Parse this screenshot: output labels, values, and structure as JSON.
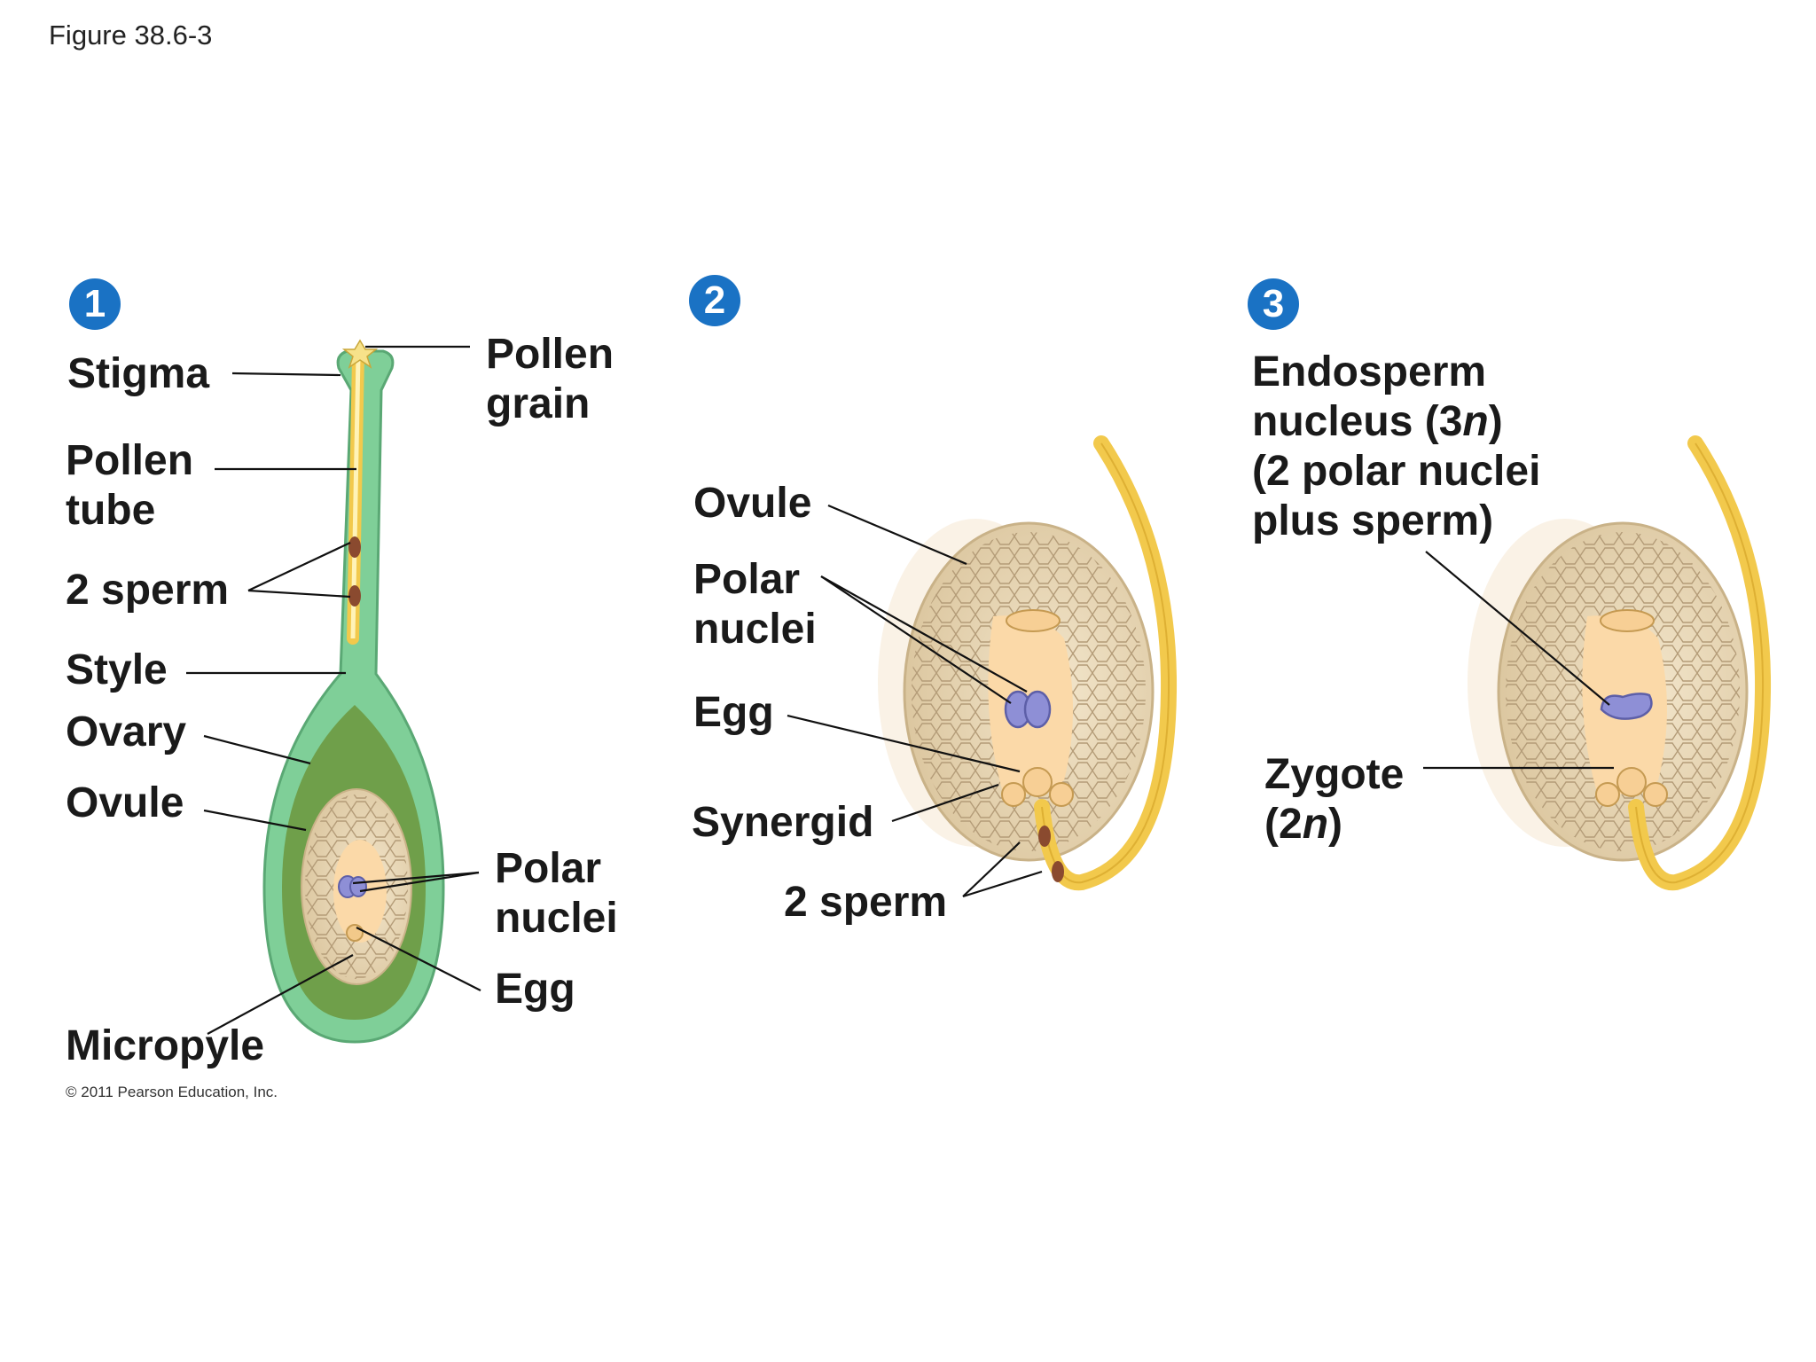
{
  "figure_label": "Figure 38.6-3",
  "copyright": "© 2011 Pearson Education, Inc.",
  "colors": {
    "step_badge": "#1a72c4",
    "carpel_green": "#7fcf98",
    "ovary_dark": "#6f9f4a",
    "pollen_tube": "#f2c94c",
    "ovule_tan": "#efe0c4",
    "embryo_sac": "#fbd9a8",
    "nucleus_purple": "#8e8fd6",
    "sperm_brown": "#8a4a2f"
  },
  "panels": [
    {
      "step": "1",
      "labels": {
        "stigma": "Stigma",
        "pollen_tube_1": "Pollen",
        "pollen_tube_2": "tube",
        "sperm": "2 sperm",
        "style": "Style",
        "ovary": "Ovary",
        "ovule": "Ovule",
        "micropyle": "Micropyle",
        "pollen_grain_1": "Pollen",
        "pollen_grain_2": "grain",
        "polar_1": "Polar",
        "polar_2": "nuclei",
        "egg": "Egg"
      }
    },
    {
      "step": "2",
      "labels": {
        "ovule": "Ovule",
        "polar_1": "Polar",
        "polar_2": "nuclei",
        "egg": "Egg",
        "synergid": "Synergid",
        "sperm": "2 sperm"
      }
    },
    {
      "step": "3",
      "labels": {
        "endosperm_1": "Endosperm",
        "endosperm_2a": "nucleus (3",
        "endosperm_2b": "n",
        "endosperm_2c": ")",
        "endosperm_3": "(2 polar nuclei",
        "endosperm_4": "plus sperm)",
        "zygote_1": "Zygote",
        "zygote_2a": "(2",
        "zygote_2b": "n",
        "zygote_2c": ")"
      }
    }
  ]
}
